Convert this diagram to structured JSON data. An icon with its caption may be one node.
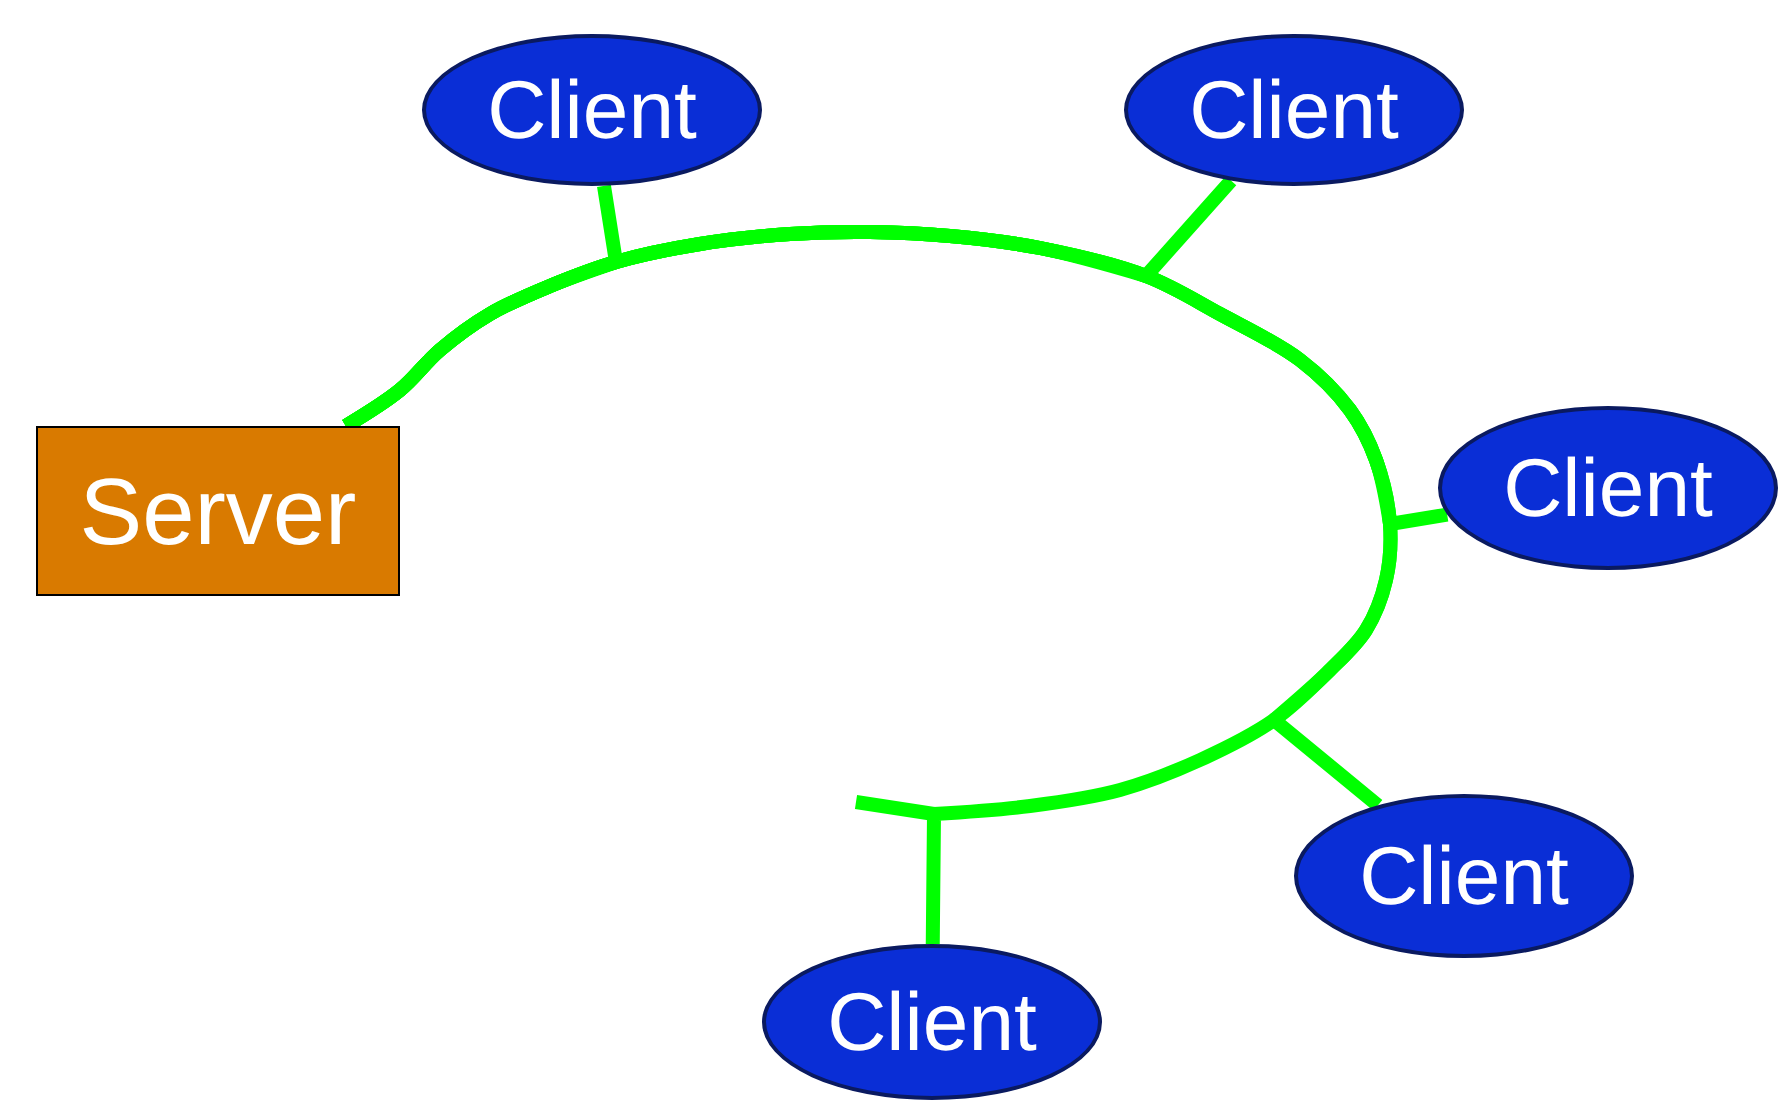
{
  "diagram": {
    "nodes": [
      {
        "text": [
          "Client"
        ]
      },
      {
        "text": [
          "Client"
        ]
      },
      {
        "text": [
          "Server"
        ]
      },
      {
        "text": [
          "Client"
        ]
      },
      {
        "text": [
          "Client"
        ]
      },
      {
        "text": [
          "Client"
        ]
      }
    ],
    "edges": [
      {
        "from": 2,
        "to": 0,
        "arrow": "none"
      },
      {
        "from": 2,
        "to": 1,
        "arrow": "none"
      },
      {
        "from": 2,
        "to": 3,
        "arrow": "none"
      },
      {
        "from": 2,
        "to": 4,
        "arrow": "none"
      },
      {
        "from": 2,
        "to": 5,
        "arrow": "none"
      }
    ]
  }
}
